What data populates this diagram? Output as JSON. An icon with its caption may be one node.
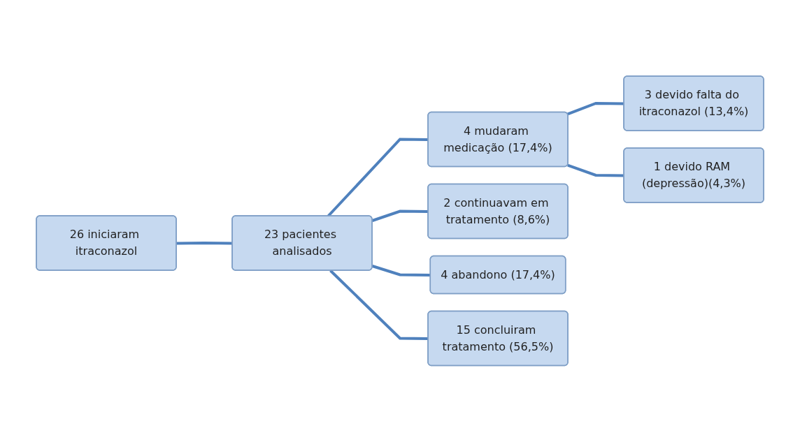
{
  "diagram": {
    "nodes": [
      {
        "text": [
          "26 iniciaram itraconazol"
        ]
      },
      {
        "text": [
          "23 pacientes analisados"
        ]
      },
      {
        "text": [
          "4 mudaram medicação (17,4%)"
        ]
      },
      {
        "text": [
          "3 devido falta do itraconazol (13,4%)"
        ]
      },
      {
        "text": [
          "1 devido RAM (depressão)(4,3%)"
        ]
      },
      {
        "text": [
          "2 continuavam em tratamento (8,6%)"
        ]
      },
      {
        "text": [
          "4 abandono (17,4%)"
        ]
      },
      {
        "text": [
          "15 concluiram tratamento (56,5%)"
        ]
      }
    ],
    "edges": [
      {
        "from": 0,
        "to": 1,
        "arrow": "none"
      },
      {
        "from": 1,
        "to": 2,
        "arrow": "none"
      },
      {
        "from": 2,
        "to": 3,
        "arrow": "none"
      },
      {
        "from": 2,
        "to": 4,
        "arrow": "none"
      },
      {
        "from": 1,
        "to": 5,
        "arrow": "none"
      },
      {
        "from": 1,
        "to": 6,
        "arrow": "none"
      },
      {
        "from": 1,
        "to": 7,
        "arrow": "none"
      }
    ]
  }
}
